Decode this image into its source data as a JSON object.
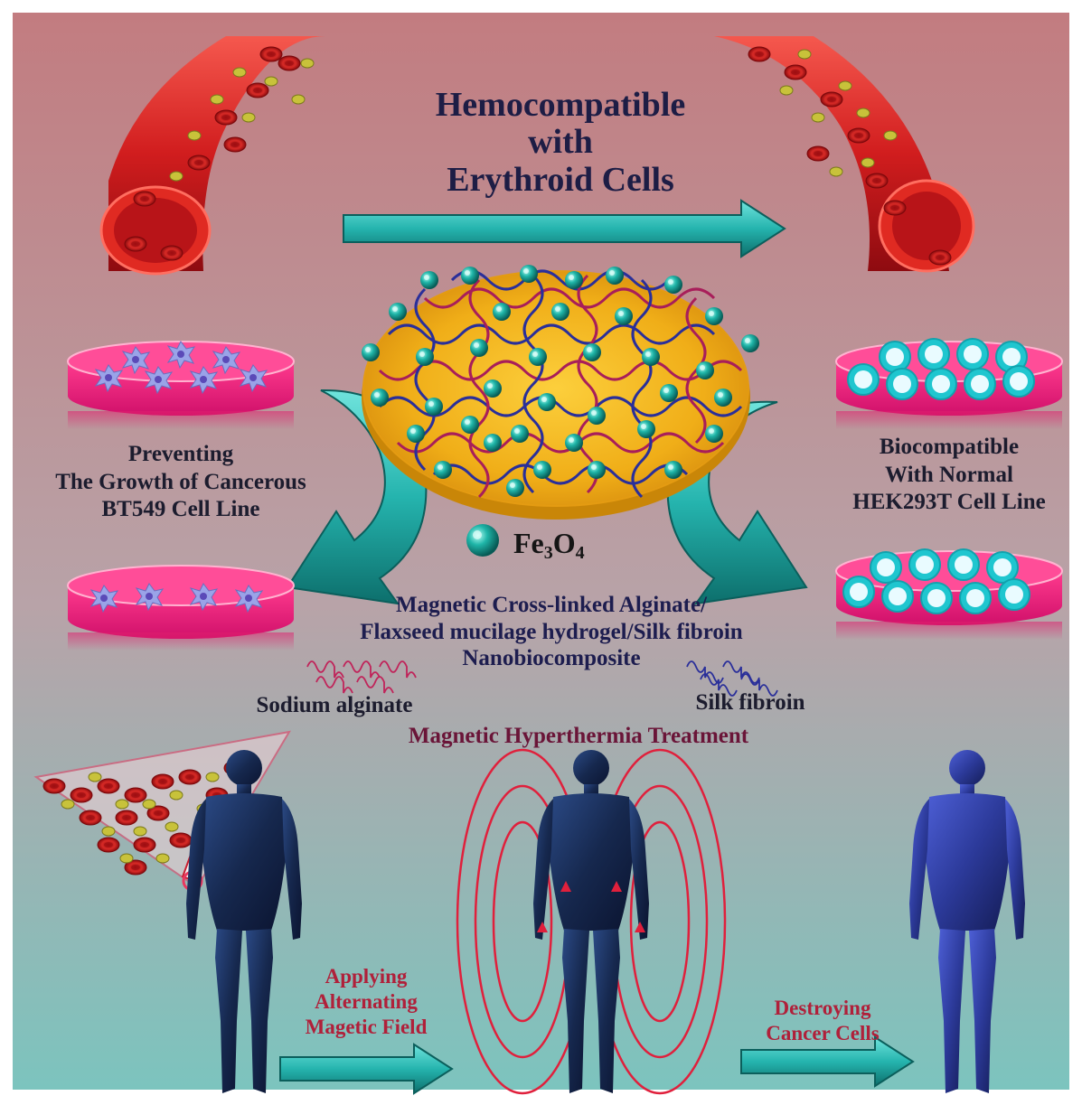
{
  "heading": {
    "line1": "Hemocompatible",
    "line2": "with",
    "line3": "Erythroid Cells"
  },
  "left_panel": {
    "line1": "Preventing",
    "line2": "The Growth of Cancerous",
    "line3": "BT549 Cell Line"
  },
  "right_panel": {
    "line1": "Biocompatible",
    "line2": "With Normal",
    "line3": "HEK293T Cell Line"
  },
  "legend": {
    "fe_main": "Fe",
    "fe_sub1": "3",
    "fe_o": "O",
    "fe_sub2": "4"
  },
  "composite": {
    "line1": "Magnetic Cross-linked Alginate/",
    "line2": "Flaxseed mucilage hydrogel/Silk fibroin",
    "line3": "Nanobiocomposite"
  },
  "components": {
    "alginate": "Sodium alginate",
    "silk": "Silk fibroin"
  },
  "treatment": {
    "title": "Magnetic Hyperthermia Treatment",
    "step1_line1": "Applying",
    "step1_line2": "Alternating",
    "step1_line3": "Magetic Field",
    "step2_line1": "Destroying",
    "step2_line2": "Cancer Cells"
  },
  "colors": {
    "background_top": "#c07e82",
    "background_bottom": "#7fc3bd",
    "arrow_teal": "#2ab7b1",
    "dish_pink": "#f0207a",
    "gel_yellow": "#f2b71d",
    "nanoparticle": "#1aa99e",
    "field_lines": "#e0203c"
  }
}
